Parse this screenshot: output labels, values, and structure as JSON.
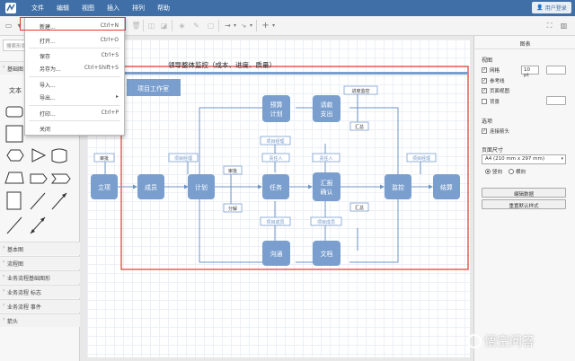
{
  "menubar": {
    "items": [
      "文件",
      "编辑",
      "视图",
      "插入",
      "排列",
      "帮助"
    ],
    "login": "用户登录",
    "bg": "#3f6fa6"
  },
  "file_menu": {
    "items": [
      {
        "label": "新建...",
        "shortcut": "Ctrl+N"
      },
      {
        "label": "打开...",
        "shortcut": "Ctrl+O"
      },
      {
        "label": "保存",
        "shortcut": "Ctrl+S"
      },
      {
        "label": "另存为...",
        "shortcut": "Ctrl+Shift+S"
      },
      {
        "label": "导入...",
        "shortcut": ""
      },
      {
        "label": "导出...",
        "shortcut": ""
      },
      {
        "label": "打印...",
        "shortcut": "Ctrl+P"
      },
      {
        "label": "关闭",
        "shortcut": ""
      }
    ],
    "highlight_color": "#e0362c"
  },
  "left_panel": {
    "search_placeholder": "搜索形状",
    "section_basic_flow": "基础图",
    "text_label": "文本",
    "sections": [
      "基本图",
      "流程图",
      "业务流程基础图形",
      "业务流程 标志",
      "业务流程 事件",
      "箭头"
    ]
  },
  "diagram": {
    "title": "领导整体监控（成本、进度、质量）",
    "header_box": "项目工作室",
    "nodes": {
      "lixiang": "立项",
      "chengyuan": "成员",
      "jihua": "计划",
      "renwu": "任务",
      "huibao": "汇报确认",
      "jiankong": "监控",
      "jiesuan": "结算",
      "yusuan": "预算计划",
      "qingkuan": "请款支出",
      "goutong": "沟通",
      "wendang": "文档"
    },
    "tags": {
      "shenpi1": "审批",
      "xmjl1": "项目经理",
      "shenpi2": "审批",
      "fenjie": "分解",
      "xmjl2": "项目经理",
      "zerenren1": "责任人",
      "xmcy1": "项目成员",
      "zerenren2": "责任人",
      "xmcy2": "项目成员",
      "jindu": "进度监控",
      "huizong1": "汇总",
      "huizong2": "汇总",
      "xmjl3": "项目经理"
    },
    "colors": {
      "node": "#7a9fcf",
      "line": "#6f95c8",
      "tag_border": "#7a9fcf",
      "frame": "#e0362c"
    }
  },
  "right_panel": {
    "title": "图表",
    "view_label": "视图",
    "grid": "网格",
    "grid_size": "10 pt",
    "guides": "参考线",
    "page_view": "页面视图",
    "background": "背景",
    "options_label": "选项",
    "connection_arrows": "连接箭头",
    "page_size_label": "页面尺寸",
    "page_size_value": "A4 (210 mm x 297 mm)",
    "portrait": "竖向",
    "landscape": "横向",
    "edit_data": "编辑数据",
    "reset_style": "重置默认样式"
  },
  "watermark": "悟空问答"
}
